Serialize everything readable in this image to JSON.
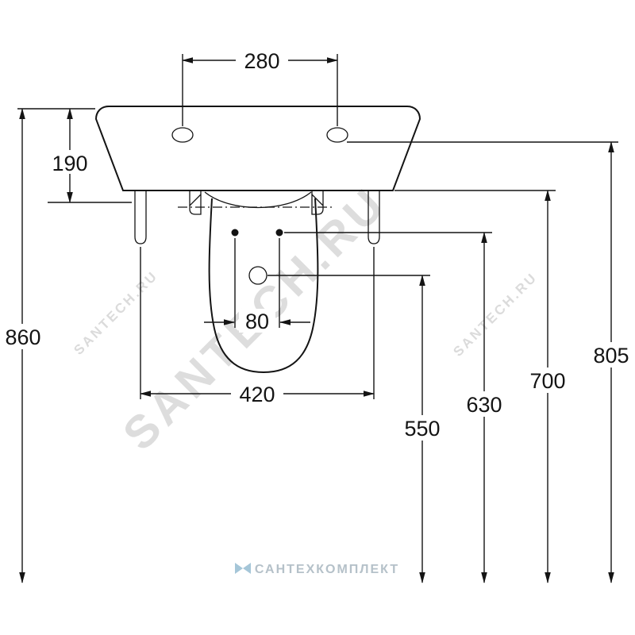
{
  "figure": {
    "type": "technical-drawing",
    "subject": "Wall-hung washbasin with semi-pedestal, front view, installation dimensions in mm"
  },
  "dimensions": {
    "hole_spacing": "280",
    "basin_front_height": "190",
    "total_height": "860",
    "hole_height": "805",
    "basin_bottom_height": "700",
    "fixing_height": "630",
    "drain_height": "550",
    "fixing_spacing": "80",
    "pedestal_width": "420"
  },
  "watermarks": {
    "diagonal_main": "SANTECH.RU",
    "diagonal_left": "SANTECH.RU",
    "diagonal_right": "SANTECH.RU",
    "footer_brand": "САНТЕХКОМПЛЕКТ"
  }
}
